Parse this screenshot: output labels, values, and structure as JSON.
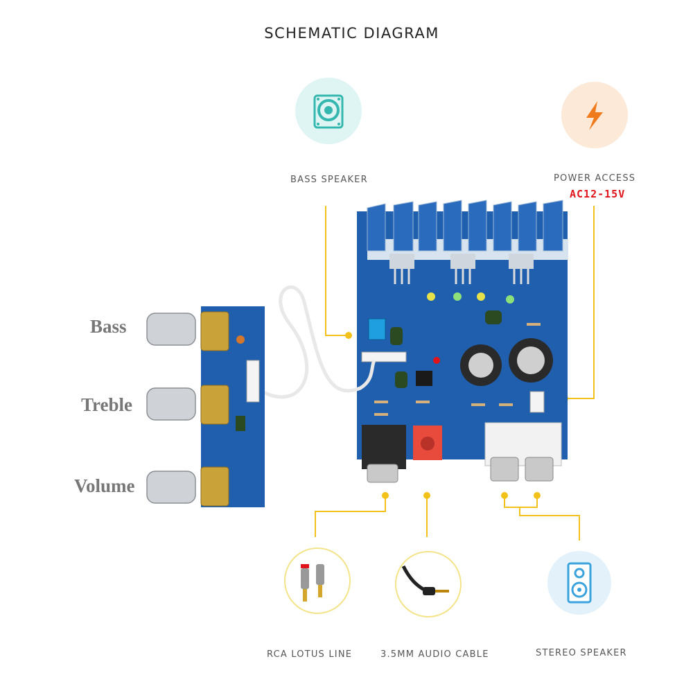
{
  "title": "SCHEMATIC DIAGRAM",
  "labels": {
    "bass_speaker": "BASS SPEAKER",
    "power_access": "POWER ACCESS",
    "power_voltage": "AC12-15V",
    "rca_line": "RCA LOTUS LINE",
    "audio_cable": "3.5MM AUDIO CABLE",
    "stereo_speaker": "STEREO SPEAKER"
  },
  "controls": {
    "bass": "Bass",
    "treble": "Treble",
    "volume": "Volume"
  },
  "colors": {
    "connector_line": "#f2c21a",
    "pcb_blue": "#1f5fae",
    "heatsink": "#d7e3ef",
    "voltage_text": "#e0141b",
    "bass_icon_bg": "#dff5f4",
    "power_icon_bg": "#fde9d8",
    "stereo_icon_bg": "#e3f1fb"
  },
  "icons": [
    "speaker-driver-icon",
    "lightning-icon",
    "rca-plug-icon",
    "audio-jack-icon",
    "speaker-cabinet-icon"
  ]
}
